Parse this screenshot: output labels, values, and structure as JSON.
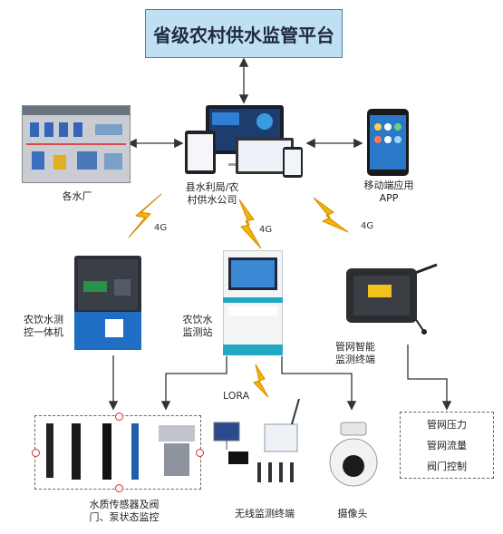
{
  "title": "省级农村供水监管平台",
  "nodes": {
    "water_plant": "各水厂",
    "county_office": "县水利局/农\n村供水公司",
    "mobile_app": "移动端应用\nAPP",
    "integrated_unit": "农饮水测\n控一体机",
    "monitor_station": "农饮水\n监测站",
    "pipe_terminal": "管网智能\n监测终端",
    "sensors": "水质传感器及阀\n门、泵状态监控",
    "wireless_terminal": "无线监测终端",
    "camera": "摄像头"
  },
  "signals": {
    "left": "4G",
    "middle": "4G",
    "right": "4G",
    "lora": "LORA"
  },
  "pipe_items": [
    "管网压力",
    "管网流量",
    "阀门控制"
  ],
  "colors": {
    "title_fill": "#bfe0f3",
    "bolt": "#f5b400",
    "device_blue": "#1e5fa8"
  }
}
